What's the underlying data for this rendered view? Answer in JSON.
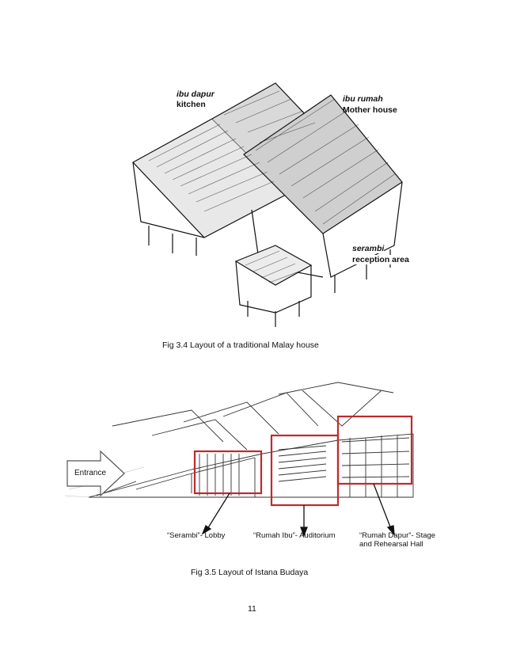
{
  "figure1": {
    "caption": "Fig 3.4 Layout of a traditional Malay house",
    "labels": {
      "ibu_dapur": "ibu dapur",
      "kitchen": "kitchen",
      "ibu_rumah": "ibu rumah",
      "mother_house": "Mother house",
      "serambi": "serambi",
      "reception_area": "reception area"
    }
  },
  "figure2": {
    "caption": "Fig 3.5 Layout of Istana Budaya",
    "entrance": "Entrance",
    "labels": {
      "lobby": "“Serambi”- Lobby",
      "auditorium": "“Rumah Ibu”- Auditorium",
      "stage_line1": "“Rumah Dapur”- Stage",
      "stage_line2": "and Rehearsal Hall"
    },
    "highlight_color": "#c0282d"
  },
  "page_number": "11"
}
